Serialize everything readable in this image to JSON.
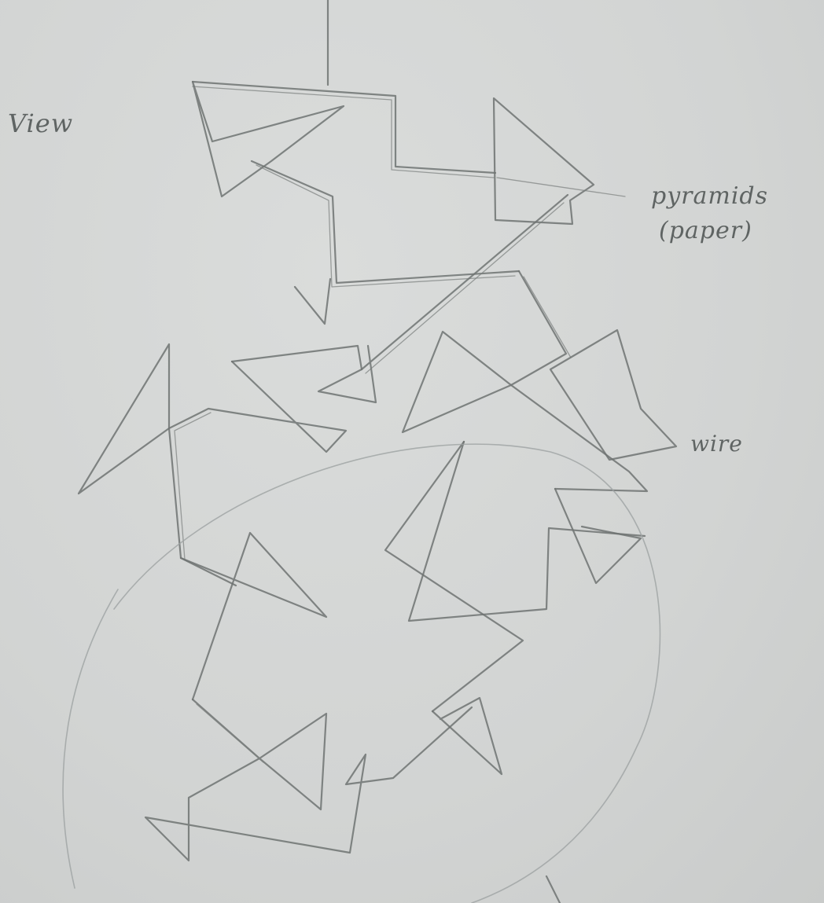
{
  "labels": {
    "view": "View",
    "pyramids": "pyramids",
    "paper": "(paper)",
    "wire": "wire"
  },
  "colors": {
    "paper": "#d3d5d4",
    "pencil": "#6e7372"
  }
}
